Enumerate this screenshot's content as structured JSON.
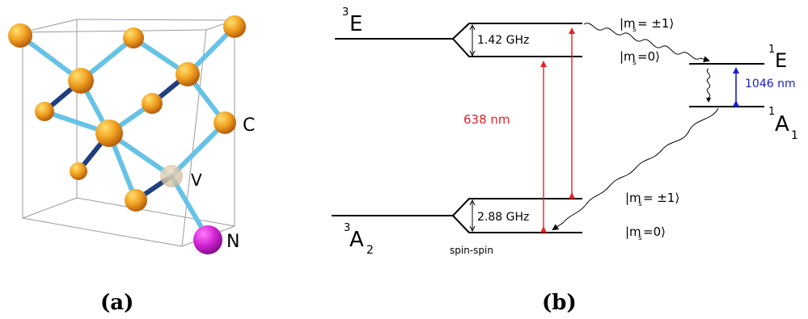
{
  "panel_a": {
    "caption": "(a)",
    "atoms": {
      "carbon": "C",
      "vacancy": "V",
      "nitrogen": "N"
    }
  },
  "panel_b": {
    "caption": "(b)",
    "levels": {
      "excited_triplet": "E",
      "excited_triplet_sup": "3",
      "ground_triplet": "A",
      "ground_triplet_sup": "3",
      "ground_triplet_sub": "2",
      "singlet_upper": "E",
      "singlet_upper_sup": "1",
      "singlet_lower": "A",
      "singlet_lower_sup": "1",
      "singlet_lower_sub": "1"
    },
    "splittings": {
      "excited": "1.42 GHz",
      "ground": "2.88 GHz"
    },
    "transitions": {
      "optical": "638 nm",
      "infrared": "1046 nm"
    },
    "spin_states": {
      "excited_pm1": "|m",
      "excited_pm1_tail": "= ±1⟩",
      "excited_0": "|m",
      "excited_0_tail": "=0⟩",
      "ground_pm1": "|m",
      "ground_pm1_tail": "= ±1⟩",
      "ground_0": "|m",
      "ground_0_tail": "=0⟩",
      "sub_s": "s"
    },
    "note": "spin-spin",
    "colors": {
      "optical": "#e8202a",
      "infrared": "#1a1adc",
      "bond": "#66c3e6",
      "bond_dark": "#1f3f7f"
    }
  }
}
